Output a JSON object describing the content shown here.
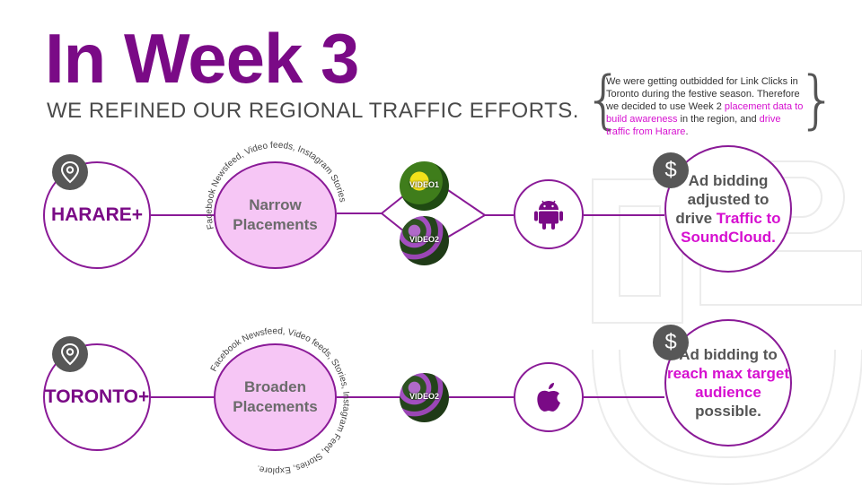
{
  "header": {
    "title": "In Week 3",
    "subtitle": "WE REFINED OUR REGIONAL TRAFFIC EFFORTS."
  },
  "note": {
    "part1": "We were getting outbidded for Link Clicks in Toronto during the festive season. Therefore we decided to use Week 2 ",
    "highlight1": "placement data to build awareness",
    "part2": " in the region, and ",
    "highlight2": "drive traffic from Harare",
    "part3": "."
  },
  "rows": [
    {
      "city": "HARARE+",
      "pin_icon": "map-pin-icon",
      "placement_line1": "Narrow",
      "placement_line2": "Placements",
      "placement_arc": "Facebook Newsfeed, Video feeds, Instagram Stories",
      "videos": [
        "VIDEO1",
        "VIDEO2"
      ],
      "os_icon": "android-icon",
      "result_line1": "Ad bidding",
      "result_line2": "adjusted to",
      "result_line3": "drive ",
      "result_highlight": "Traffic to SoundCloud.",
      "result_line4": ""
    },
    {
      "city": "TORONTO+",
      "pin_icon": "map-pin-icon",
      "placement_line1": "Broaden",
      "placement_line2": "Placements",
      "placement_arc": "Facebook Newsfeed, Video feeds, Stories, Instagram Feed, Stories, Explore.",
      "videos": [
        "VIDEO2"
      ],
      "os_icon": "apple-icon",
      "result_line1": "Ad bidding to",
      "result_line2": "",
      "result_line3": "",
      "result_highlight": "reach max target audience",
      "result_line4": "possible."
    }
  ],
  "colors": {
    "purple": "#7a0a86",
    "magenta": "#d60fd0",
    "pink_fill": "#f6c6f5",
    "gray": "#575757"
  },
  "dollar_symbol": "$"
}
